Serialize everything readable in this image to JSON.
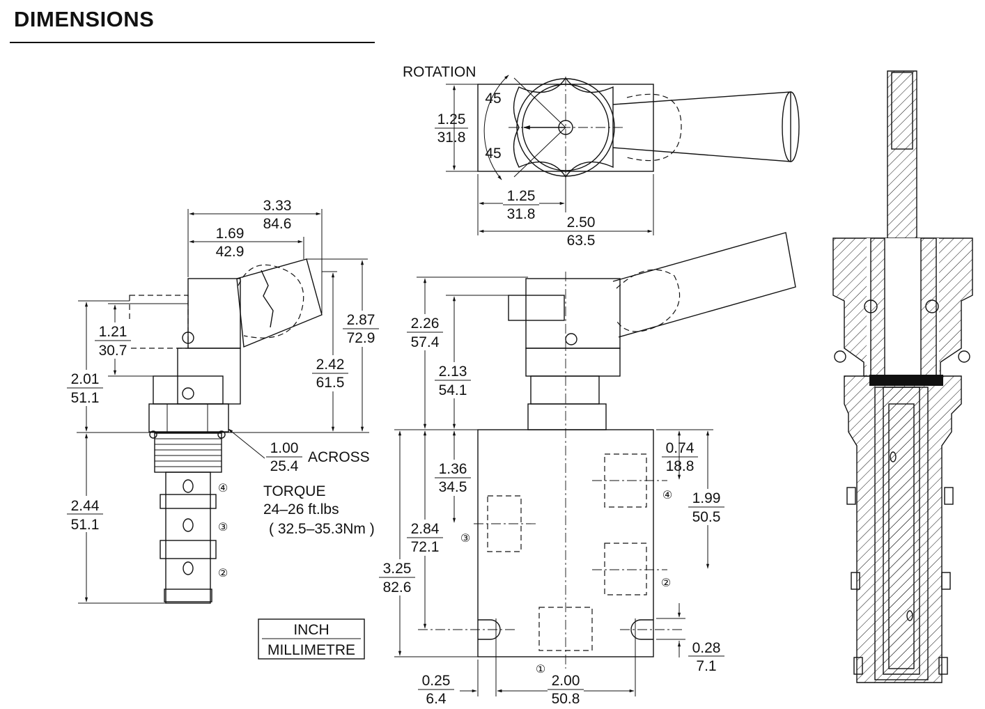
{
  "header": {
    "title": "DIMENSIONS"
  },
  "top_view": {
    "label": "ROTATION",
    "angle_upper": "45",
    "angle_lower": "45",
    "height_in": "1.25",
    "height_mm": "31.8",
    "offset_in": "1.25",
    "offset_mm": "31.8",
    "width_in": "2.50",
    "width_mm": "63.5"
  },
  "side_view": {
    "overall_in": "3.33",
    "overall_mm": "84.6",
    "handle_in": "1.69",
    "handle_mm": "42.9",
    "height_in": "2.87",
    "height_mm": "72.9",
    "height2_in": "2.42",
    "height2_mm": "61.5",
    "knob_in": "1.21",
    "knob_mm": "30.7",
    "top_in": "2.01",
    "top_mm": "51.1",
    "hex_in": "1.00",
    "hex_mm": "25.4",
    "hex_label": "ACROSS",
    "torque_label": "TORQUE",
    "torque_ft": "24–26 ft.lbs",
    "torque_nm": "( 32.5–35.3Nm )",
    "cartridge_in": "2.44",
    "cartridge_mm": "51.1",
    "ports": [
      "④",
      "③",
      "②"
    ]
  },
  "units_box": {
    "inch": "INCH",
    "mm": "MILLIMETRE"
  },
  "front_view": {
    "top_in": "2.26",
    "top_mm": "57.4",
    "top2_in": "2.13",
    "top2_mm": "54.1",
    "port_in": "1.36",
    "port_mm": "34.5",
    "port2_in": "2.84",
    "port2_mm": "72.1",
    "body_in": "3.25",
    "body_mm": "82.6",
    "r_top_in": "0.74",
    "r_top_mm": "18.8",
    "r_span_in": "1.99",
    "r_span_mm": "50.5",
    "r_bot_in": "0.28",
    "r_bot_mm": "7.1",
    "b_left_in": "0.25",
    "b_left_mm": "6.4",
    "b_span_in": "2.00",
    "b_span_mm": "50.8",
    "ports": [
      "④",
      "③",
      "②",
      "①"
    ]
  },
  "colors": {
    "ink": "#111111",
    "background": "#ffffff"
  }
}
